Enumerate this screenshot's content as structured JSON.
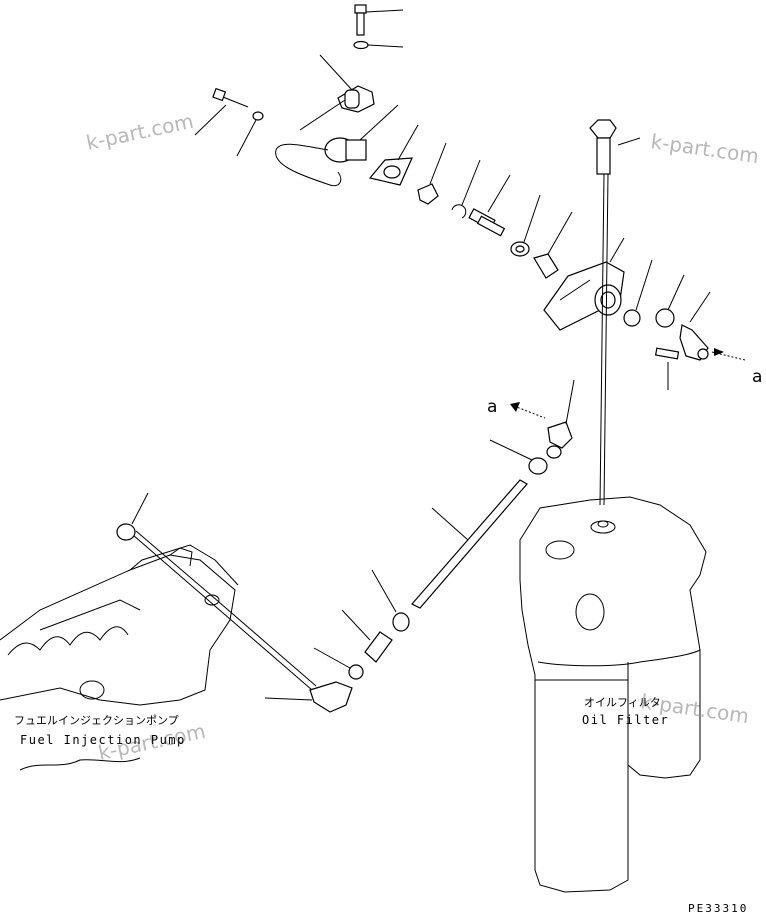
{
  "watermarks": [
    "k-part.com",
    "k-part.com",
    "k-part.com",
    "k-part.com"
  ],
  "labels": {
    "pump_jp": "フュエルインジェクションポンプ",
    "pump_en": "Fuel Injection Pump",
    "filter_jp": "オイルフィルタ",
    "filter_en": "Oil Filter",
    "ref_a_left": "a",
    "ref_a_right": "a"
  },
  "drawing_code": "PE33310"
}
